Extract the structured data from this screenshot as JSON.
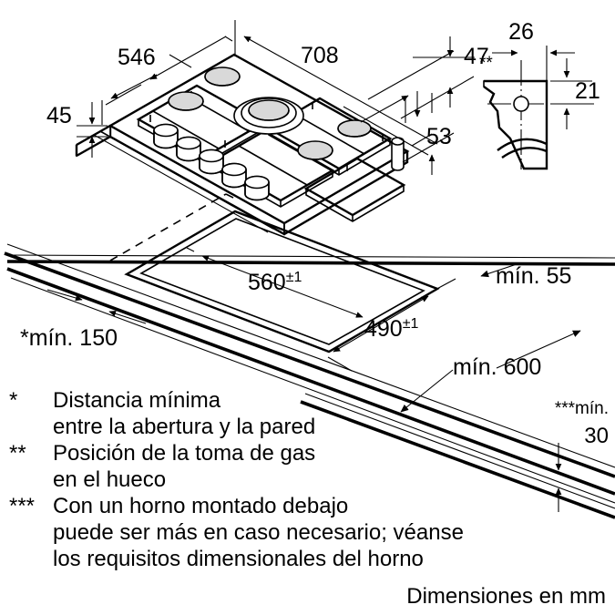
{
  "document": {
    "type": "installation-dimension-drawing",
    "subject": "Gas hob / cooktop built-in installation diagram",
    "units_note": "Dimensiones en mm"
  },
  "hob": {
    "label": "gas-hob-appliance",
    "burner_count": 5,
    "knob_count": 5,
    "dimensions": {
      "width": "708",
      "depth": "546",
      "front_edge_height": "45",
      "body_depth_top": "47",
      "body_height": "53"
    }
  },
  "gas_connection": {
    "label": "gas-connection-detail",
    "offset_from_edge": "26",
    "height_from_top": "21",
    "marker": "**"
  },
  "cutout": {
    "width": "560",
    "width_tolerance": "±1",
    "depth": "490",
    "depth_tolerance": "±1"
  },
  "clearances": {
    "wall_distance": "*mín. 150",
    "rear_min": "mín. 55",
    "hood_min": "mín. 600",
    "below_min_prefix": "***mín.",
    "below_min_value": "30"
  },
  "legend": [
    {
      "mark": "*",
      "lines": [
        "Distancia mínima",
        "entre la abertura y la pared"
      ]
    },
    {
      "mark": "**",
      "lines": [
        "Posición de la toma de gas",
        "en el hueco"
      ]
    },
    {
      "mark": "***",
      "lines": [
        "Con un horno montado debajo",
        "puede ser más en caso necesario; véanse",
        "los requisitos dimensionales del horno"
      ]
    }
  ],
  "colors": {
    "line": "#000000",
    "background": "#ffffff",
    "burner_cap": "#d9d9d9"
  }
}
